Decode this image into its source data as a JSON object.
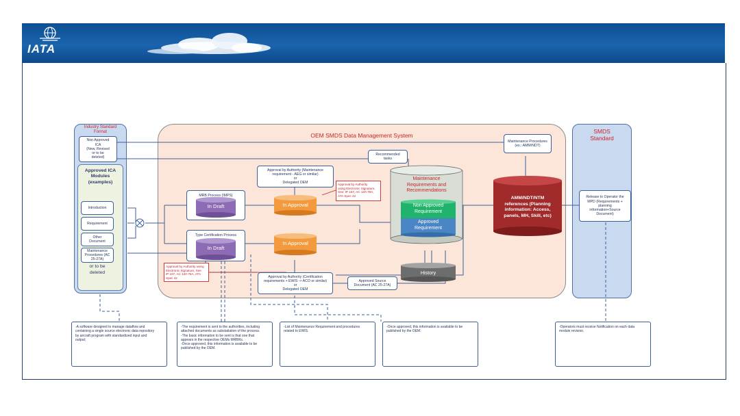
{
  "header": {
    "logo_text": "IATA"
  },
  "left_panel": {
    "title": "Industry Standard\nFormat",
    "non_approved": "Non Approved\nICA\n(New, Revised\nor to be\ndeleted)",
    "approved_title": "Approved ICA\nModules\n(examples)",
    "modules": [
      "Introduction",
      "Requirement",
      "Other\nDocument",
      "Maintenance\nProcedures (AC\n25-27A)"
    ],
    "or_deleted": "or to be\ndeleted"
  },
  "center_panel": {
    "title": "OEM SMDS Data Management System",
    "recommended_tasks": "Recommended\ntasks",
    "maint_procedures": "Maintenance Procedures\n(ex.: AMM/NDT)",
    "approval_top": "Approval by Authority (Maintenance\nrequirement - AEG or similar)\nor\nDelegated OEM",
    "red_top": "Approval by Authority\nusing Electronic Signature,\nSee: IP 167, AC 120-78A,\nATA Spec 42",
    "mrb_process": "MRB Process (IMPS)",
    "type_cert": "Type Certification Process",
    "in_draft": "In Draft",
    "in_approval": "In Approval",
    "red_bottom": "Approval by Authority using\nElectronic Signature,  See\nIP 167, AC 120-78A, ATA\nSpec 42",
    "approval_bottom": "Approval by Authority (Certification\nrequirements + EWIS -> ACO or similar)\nor\nDelegated OEM",
    "approved_source": "Approved Source\nDocument (AC 25-27A)",
    "repo_title": "Maintenance\nRequirements and\nRecommendations",
    "non_approved_req": "Non Approved\nRequirement",
    "approved_req": "Approved\nRequirement",
    "history": "History",
    "amm": "AMM/NDT/NTM\nreferences (Planning\ninformation: Access,\npanels, MH, Skill, etc)"
  },
  "right_panel": {
    "title": "SMDS\nStandard",
    "release": "Release to Operator the\nMPD (Requirements +\nplanning\ninformation+Source\nDocument)"
  },
  "notes": [
    "-A software designed to manage dataflow and\ncontaining a single source electronic data repository\nby aircraft program with standardized input and\noutput;",
    "-The requirement is sent to the authorities, including\nattached documents as substatiation of the process.\n-The basic information to be sent is that one that\nappears in the respective OEMs MRBRs.\n-Once approved, this information is available to be\npublished by the OEM.",
    "-List of Maintenance Requirement and procedures\nrelated to EWIS.",
    "-Once approved, this information is available to be\npublished by the OEM.",
    "-Operators must receive Notification on each data\nmodule revision."
  ],
  "colors": {
    "banner": "#1a64ad",
    "panel_blue": "#c9d9ef",
    "center_bg": "#fbe6d9",
    "orange": "#f39a3e",
    "purple": "#8e6bb5",
    "green": "#1fb36b",
    "steel": "#4a86c5",
    "darkred": "#a12a2a",
    "gray": "#6d6d6d"
  }
}
